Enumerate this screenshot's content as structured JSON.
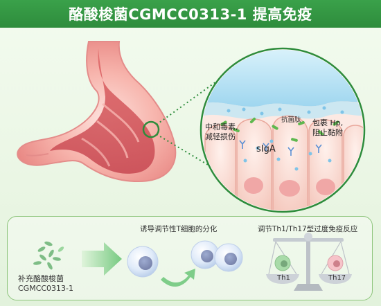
{
  "title": "酪酸梭菌CGMCC0313-1 提高免疫",
  "zoom_labels": {
    "neutralize_toxin_line1": "中和毒素,",
    "neutralize_toxin_line2": "减轻损伤",
    "antibacterial_peptide": "抗菌肽",
    "wrap_hp_line1": "包裹 Hp,",
    "wrap_hp_line2": "阻止黏附",
    "siga": "sIgA"
  },
  "bottom_panel": {
    "supplement_line1": "补充酪酸梭菌",
    "supplement_line2": "CGMCC0313-1",
    "t_cell_label": "诱导调节性T细胞的分化",
    "balance_label": "调节Th1/Th17型过度免疫反应",
    "th1": "Th1",
    "th17": "Th17"
  },
  "colors": {
    "banner": "#2e8c3c",
    "arrow_green": "#3cb54a",
    "outline_green": "#8cc47a",
    "stomach_pink": "#f4a4a4"
  }
}
